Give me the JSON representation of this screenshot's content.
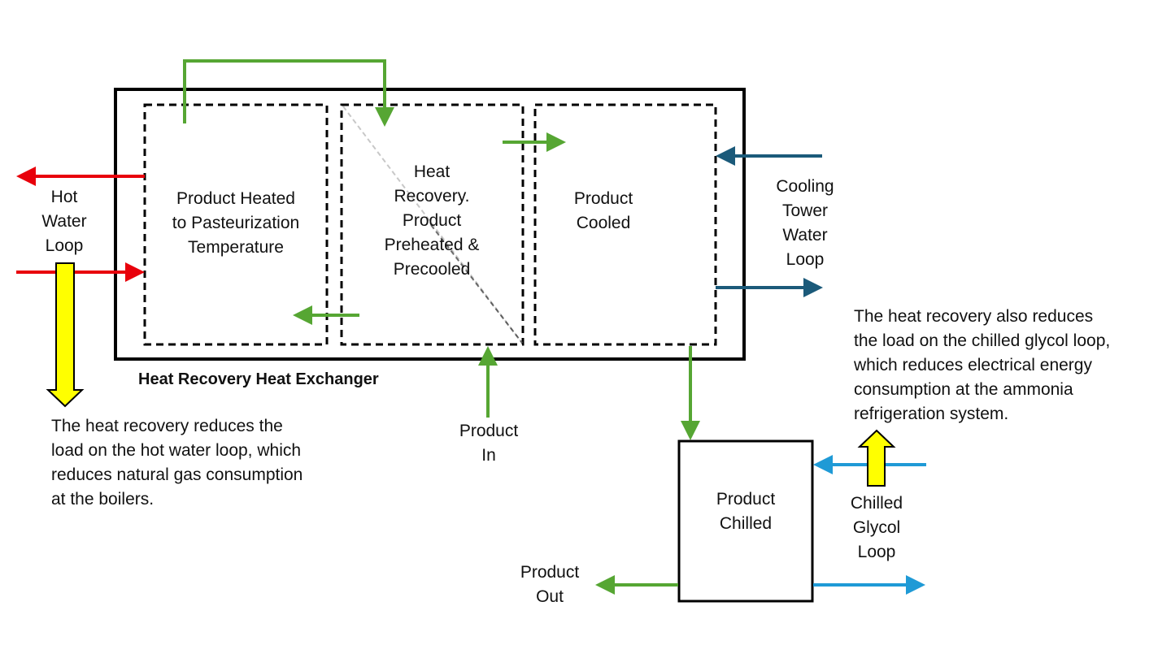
{
  "title": "Heat Recovery Heat Exchanger",
  "sections": {
    "heater": "Product Heated\nto Pasteurization\nTemperature",
    "recovery": "Heat\nRecovery.\nProduct\nPreheated &\nPrecooled",
    "cooled": "Product\nCooled"
  },
  "chiller": "Product\nChilled",
  "loops": {
    "hot_water": "Hot\nWater\nLoop",
    "cooling_tower": "Cooling\nTower\nWater\nLoop",
    "chilled_glycol": "Chilled\nGlycol\nLoop"
  },
  "product": {
    "in": "Product\nIn",
    "out": "Product\nOut"
  },
  "notes": {
    "hot_water": "The heat recovery reduces the\nload on the hot water loop, which\nreduces natural gas consumption\nat the boilers.",
    "glycol": "The heat recovery also reduces\nthe load on the chilled glycol loop,\nwhich reduces electrical energy\nconsumption at the ammonia\nrefrigeration system."
  },
  "colors": {
    "product_flow": "#56a633",
    "hot_water": "#e8000b",
    "cooling_tower": "#1b5a7a",
    "chilled_glycol": "#1f9ad6",
    "savings_arrow": "#ffff00",
    "recovery_divider": "#c8c8c8"
  }
}
